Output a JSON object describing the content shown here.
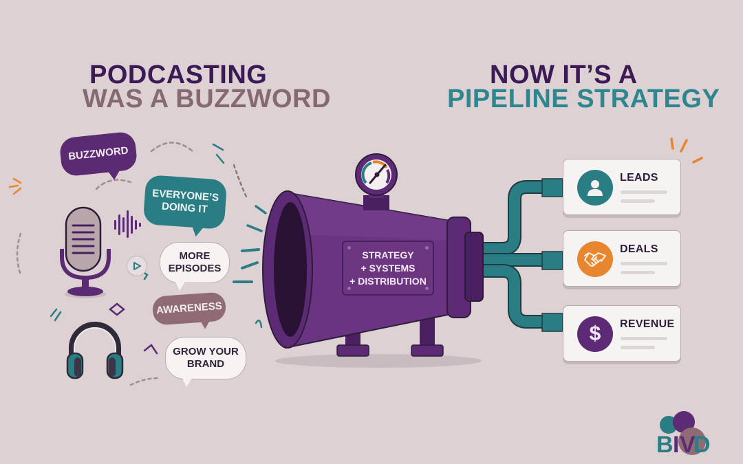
{
  "left_heading": {
    "line1": "Podcasting",
    "line2": "Was a Buzzword"
  },
  "right_heading": {
    "line1": "Now it’s a",
    "line2": "Pipeline Strategy"
  },
  "bubbles": [
    {
      "text": "Buzzword",
      "color": "#5a2a72"
    },
    {
      "text": "Everyone’s Doing It",
      "color": "#2b7d84"
    },
    {
      "text": "More Episodes",
      "color": "#f6f3f2"
    },
    {
      "text": "Awareness",
      "color": "#8f6c74"
    },
    {
      "text": "Grow Your Brand",
      "color": "#f6f3f2"
    }
  ],
  "left_icons": [
    "microphone-icon",
    "headphones-icon",
    "sound-wave-icon",
    "play-icon"
  ],
  "megaphone": {
    "plate_lines": [
      "Strategy",
      "+ Systems",
      "+ Distribution"
    ],
    "gauge": "pressure-gauge-icon",
    "color": "#5d2a75"
  },
  "pipes": {
    "color": "#2b7d84"
  },
  "outputs": [
    {
      "label": "Leads",
      "icon": "user-icon",
      "icon_color": "#2b7d84"
    },
    {
      "label": "Deals",
      "icon": "handshake-icon",
      "icon_color": "#e7862f"
    },
    {
      "label": "Revenue",
      "icon": "dollar-icon",
      "icon_color": "#5d2a75"
    }
  ],
  "logo": {
    "text": "BIVD"
  },
  "colors": {
    "background": "#ddd1d3",
    "purple_dark": "#3c1a56",
    "mauve": "#866a72",
    "teal": "#2e8790",
    "orange": "#e7862f"
  }
}
